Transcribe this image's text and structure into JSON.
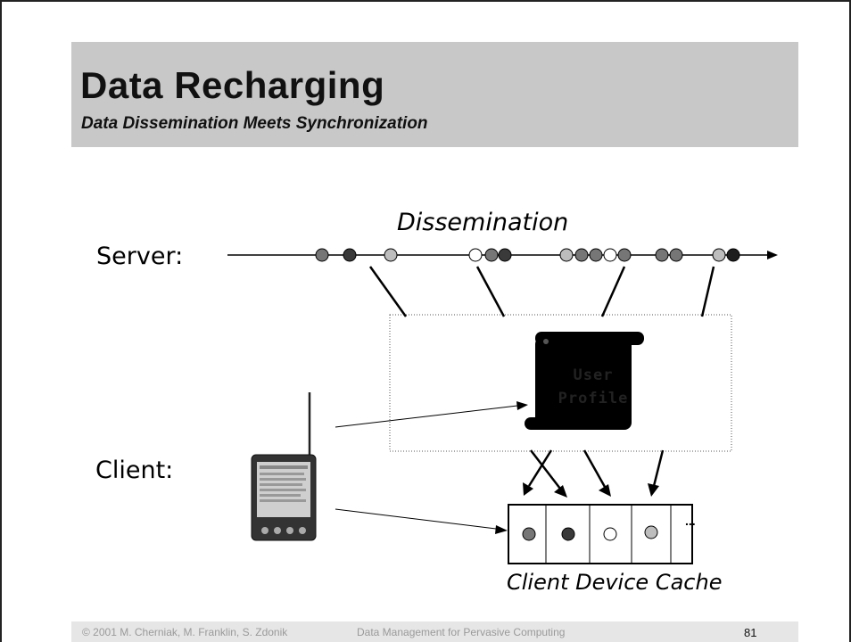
{
  "slide": {
    "title": "Data Recharging",
    "subtitle": "Data Dissemination Meets Synchronization"
  },
  "diagram": {
    "server_label": "Server:",
    "client_label": "Client:",
    "dissemination_label": "Dissemination",
    "profile_line1": "User",
    "profile_line2": "Profile",
    "cache_label": "Client Device Cache",
    "cache_more": "..."
  },
  "footer": {
    "copyright": "© 2001 M. Cherniak, M. Franklin, S. Zdonik",
    "course": "Data Management for Pervasive Computing",
    "page_number": "81"
  },
  "colors": {
    "title_band": "#c8c8c8",
    "dark_dot": "#3a3a3a",
    "mid_dot": "#767676",
    "light_dot": "#bdbdbd",
    "white_dot": "#ffffff"
  }
}
